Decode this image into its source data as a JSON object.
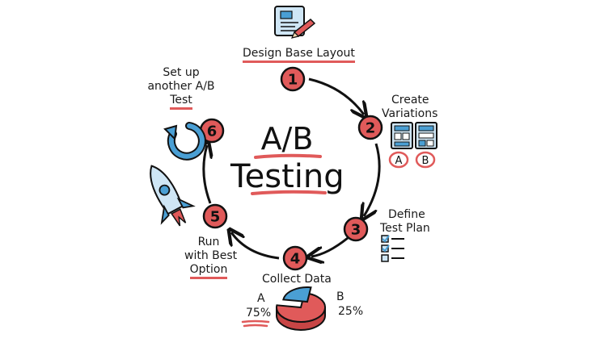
{
  "colors": {
    "accent": "#e05a5a",
    "blue": "#4a9fd4",
    "light_blue": "#cfe6f5",
    "ink": "#1a1a1a"
  },
  "title": {
    "line1": "A/B",
    "line2": "Testing"
  },
  "steps": [
    {
      "number": "1",
      "label": "Design Base Layout",
      "icon": "layout-sketch-icon"
    },
    {
      "number": "2",
      "label_line1": "Create",
      "label_line2": "Variations",
      "icon": "variation-screens-icon"
    },
    {
      "number": "3",
      "label_line1": "Define",
      "label_line2": "Test Plan",
      "icon": "checklist-icon"
    },
    {
      "number": "4",
      "label": "Collect Data",
      "icon": "pie-chart-icon"
    },
    {
      "number": "5",
      "label_line1": "Run",
      "label_line2": "with Best",
      "label_line3": "Option",
      "icon": "rocket-icon"
    },
    {
      "number": "6",
      "label_line1": "Set up",
      "label_line2": "another A/B",
      "label_line3": "Test",
      "icon": "refresh-arrow-icon"
    }
  ],
  "variations": {
    "a": "A",
    "b": "B"
  },
  "pie": {
    "a_label": "A",
    "a_value": "75%",
    "b_label": "B",
    "b_value": "25%",
    "a_fraction": 0.75,
    "b_fraction": 0.25
  }
}
